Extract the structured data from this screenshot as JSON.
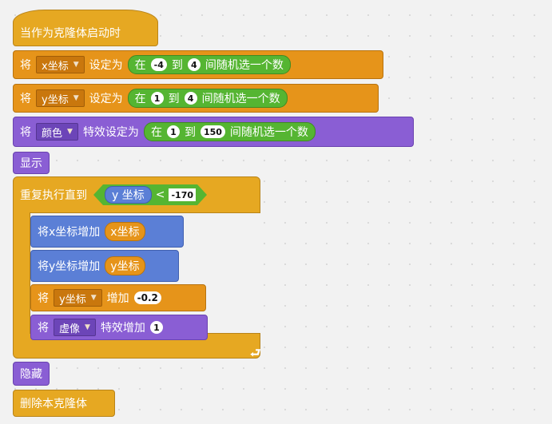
{
  "blocks": {
    "clone_hat": "当作为克隆体启动时",
    "set_x": {
      "label": "将",
      "var": "x坐标",
      "verb": "设定为",
      "random_prefix": "在",
      "from": "-4",
      "to_word": "到",
      "to": "4",
      "random_suffix": "间随机选一个数"
    },
    "set_y": {
      "label": "将",
      "var": "y坐标",
      "verb": "设定为",
      "random_prefix": "在",
      "from": "1",
      "to_word": "到",
      "to": "4",
      "random_suffix": "间随机选一个数"
    },
    "set_color": {
      "label": "将",
      "effect": "颜色",
      "verb": "特效设定为",
      "random_prefix": "在",
      "from": "1",
      "to_word": "到",
      "to": "150",
      "random_suffix": "间随机选一个数"
    },
    "show": "显示",
    "repeat_until": {
      "label": "重复执行直到",
      "reporter": "y 坐标",
      "op": "<",
      "value": "-170"
    },
    "change_x": {
      "label": "将x坐标增加",
      "reporter": "x坐标"
    },
    "change_y": {
      "label": "将y坐标增加",
      "reporter": "y坐标"
    },
    "change_var": {
      "label": "将",
      "var": "y坐标",
      "verb": "增加",
      "value": "-0.2"
    },
    "change_effect": {
      "label": "将",
      "effect": "虚像",
      "verb": "特效增加",
      "value": "1"
    },
    "loop_icon": "↩-arrow",
    "hide": "隐藏",
    "delete_clone": "删除本克隆体"
  },
  "colors": {
    "control": "#e6a822",
    "data": "#e6941a",
    "looks": "#8a5ed4",
    "motion": "#5b7fd6",
    "operators": "#55b532",
    "canvas": "#f2f2f2"
  }
}
